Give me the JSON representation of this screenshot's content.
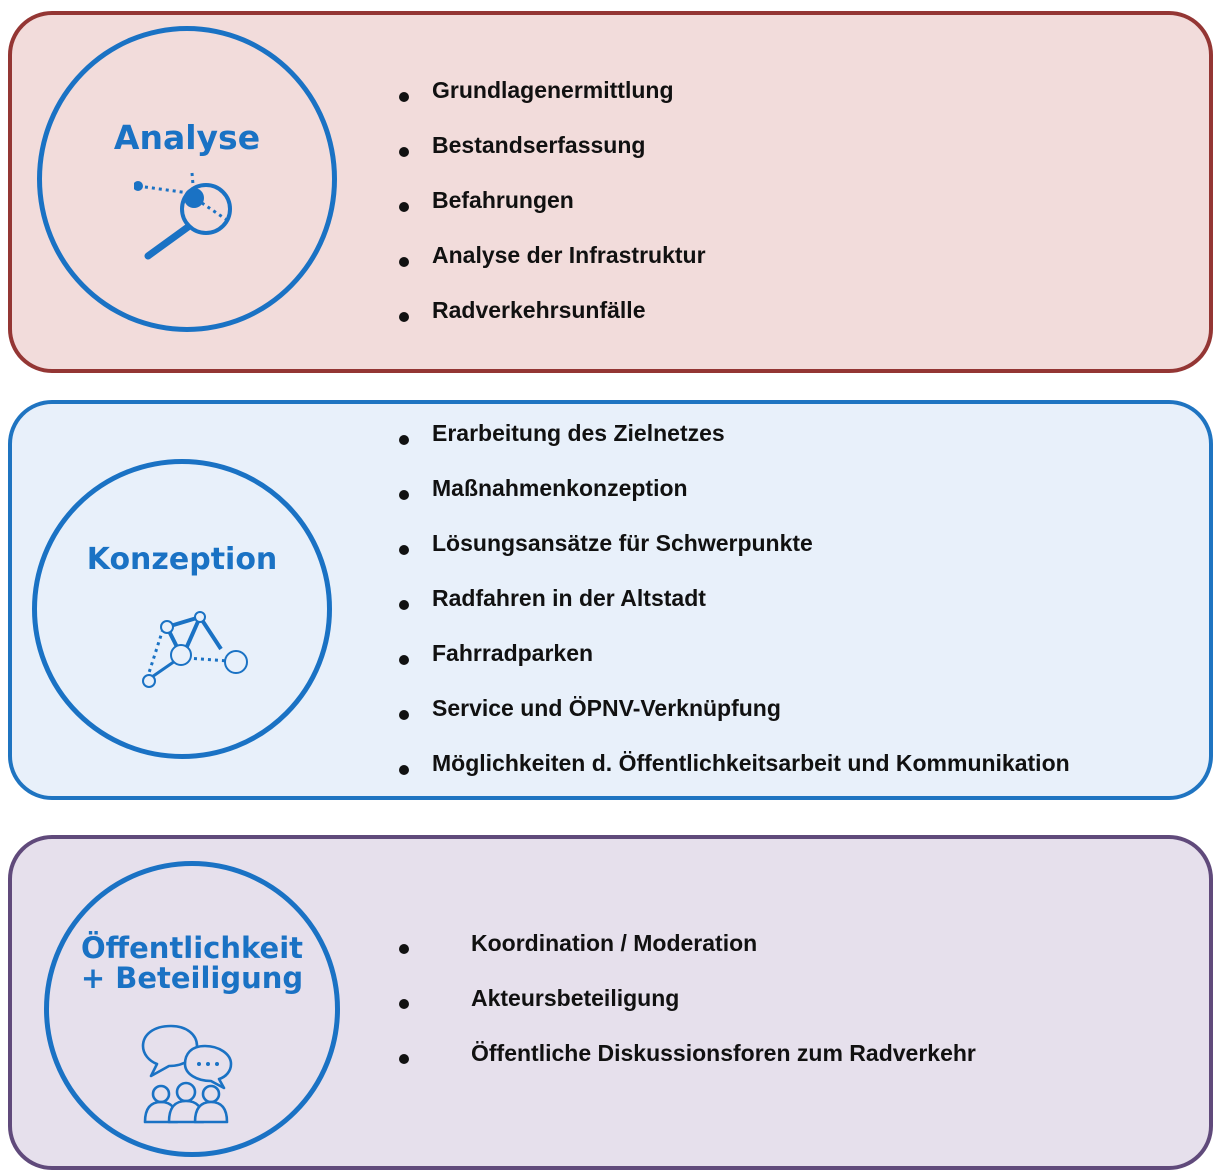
{
  "colors": {
    "icon_blue": "#1a72c4",
    "analyse_fill": "#f2dcdb",
    "analyse_border": "#943634",
    "konzeption_fill": "#e8f0fa",
    "konzeption_border": "#1f74c1",
    "beteiligung_fill": "#e6e0ec",
    "beteiligung_border": "#604a7b"
  },
  "panels": {
    "analyse": {
      "title": "Analyse",
      "icon": "magnifier-network-icon",
      "items": [
        "Grundlagenermittlung",
        "Bestandserfassung",
        "Befahrungen",
        "Analyse der Infrastruktur",
        "Radverkehrsunfälle"
      ]
    },
    "konzeption": {
      "title": "Konzeption",
      "icon": "network-nodes-icon",
      "items": [
        "Erarbeitung des Zielnetzes",
        "Maßnahmenkonzeption",
        "Lösungsansätze für Schwerpunkte",
        "Radfahren in der Altstadt",
        "Fahrradparken",
        "Service und ÖPNV-Verknüpfung",
        "Möglichkeiten d. Öffentlichkeitsarbeit und Kommunikation"
      ]
    },
    "beteiligung": {
      "title_line1": "Öffentlichkeit",
      "title_line2": "+ Beteiligung",
      "icon": "speech-bubbles-people-icon",
      "items": [
        "Koordination / Moderation",
        "Akteursbeteiligung",
        "Öffentliche Diskussionsforen zum Radverkehr"
      ]
    }
  }
}
